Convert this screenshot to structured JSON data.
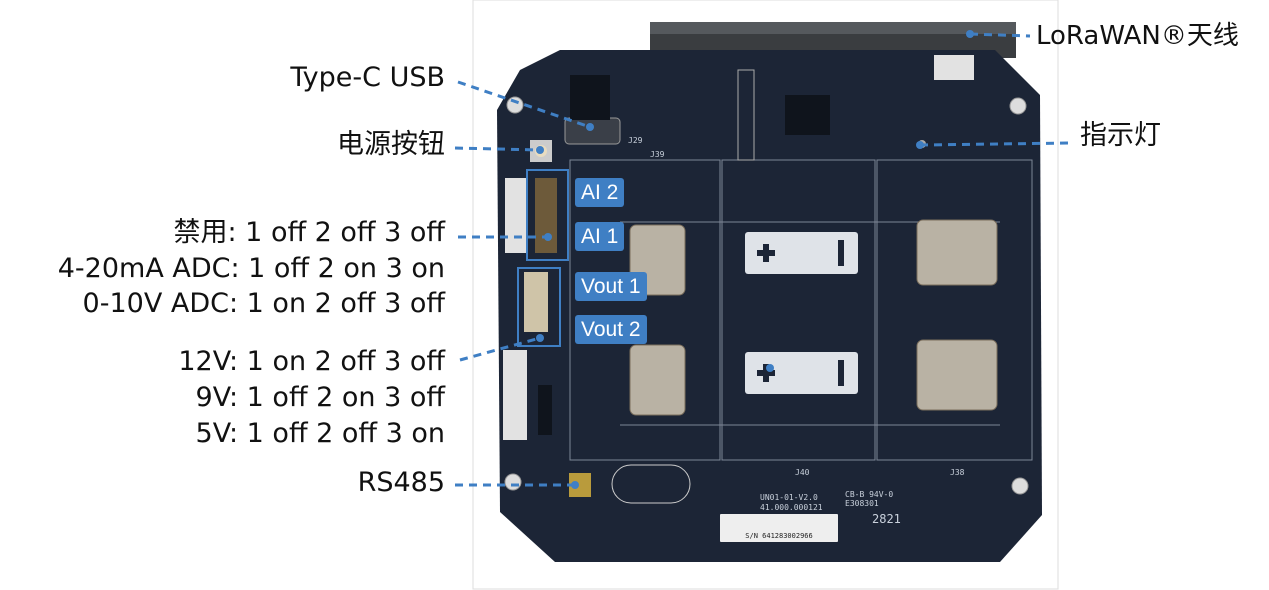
{
  "callouts": {
    "type_c_usb": "Type-C USB",
    "power_button": "电源按钮",
    "disabled": "禁用: 1 off 2 off 3 off",
    "adc_4_20ma": "4-20mA ADC: 1 off 2 on 3 on",
    "adc_0_10v": "0-10V ADC: 1 on 2 off 3 off",
    "v12": "12V: 1 on 2 off 3 off",
    "v9": "9V: 1 off 2 on 3 off",
    "v5": "5V: 1 off 2 off 3 on",
    "rs485": "RS485",
    "lorawan_antenna": "LoRaWAN®天线",
    "indicator_light": "指示灯"
  },
  "switch_tags": {
    "ai2": "AI 2",
    "ai1": "AI 1",
    "vout1": "Vout 1",
    "vout2": "Vout 2"
  },
  "board_print": {
    "model": "UN01-01-V2.0",
    "part": "41.000.000121",
    "serial": "S/N 641283002966",
    "cert": "CB-B 94V-0 E308301",
    "date": "2821",
    "j40": "J40",
    "j38": "J38",
    "j39": "J39",
    "j29": "J29"
  },
  "colors": {
    "accent": "#3f7fc4",
    "pcb": "#1c2536"
  }
}
